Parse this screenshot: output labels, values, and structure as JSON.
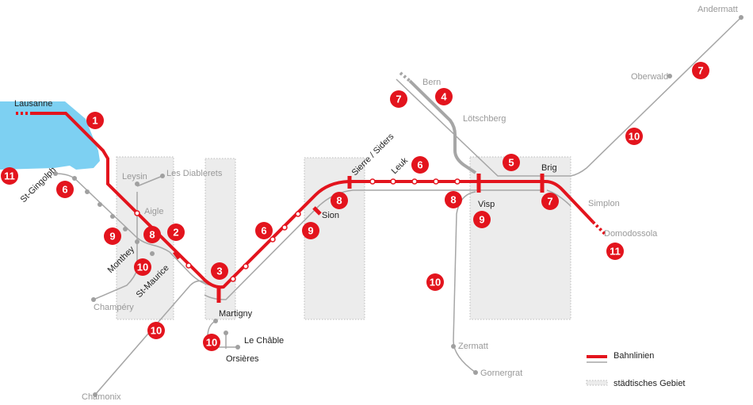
{
  "colors": {
    "rail": "#e3141d",
    "secondary": "#a6a6a6",
    "lake": "#7dd0f2",
    "urban": "#ececec"
  },
  "stations": {
    "lausanne": "Lausanne",
    "st_gingolph": "St-Gingolph",
    "leysin": "Leysin",
    "les_diablerets": "Les Diablerets",
    "aigle": "Aigle",
    "monthey": "Monthey",
    "st_maurice": "St-Maurice",
    "champery": "Champéry",
    "martigny": "Martigny",
    "le_chable": "Le Châble",
    "orsieres": "Orsières",
    "chamonix": "Chamonix",
    "sion": "Sion",
    "sierre": "Sierre / Siders",
    "leuk": "Leuk",
    "bern": "Bern",
    "loetschberg": "Lötschberg",
    "visp": "Visp",
    "brig": "Brig",
    "simplon": "Simplon",
    "domodossola": "Domodossola",
    "zermatt": "Zermatt",
    "gornergrat": "Gornergrat",
    "oberwald": "Oberwald",
    "andermatt": "Andermatt"
  },
  "badges": [
    "1",
    "11",
    "6",
    "9",
    "8",
    "2",
    "10",
    "3",
    "6",
    "9",
    "8",
    "6",
    "8",
    "5",
    "7",
    "9",
    "7",
    "4",
    "10",
    "7",
    "11",
    "10",
    "10",
    "10"
  ],
  "legend": {
    "rail": "Bahnlinien",
    "urban": "städtisches Gebiet"
  }
}
